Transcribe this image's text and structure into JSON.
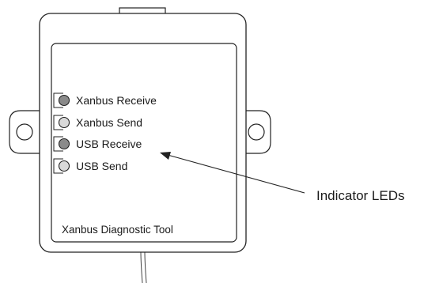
{
  "device": {
    "name": "Xanbus Diagnostic Tool"
  },
  "leds": [
    {
      "label": "Xanbus Receive",
      "state": "dark"
    },
    {
      "label": "Xanbus Send",
      "state": "light"
    },
    {
      "label": "USB Receive",
      "state": "dark"
    },
    {
      "label": "USB Send",
      "state": "light"
    }
  ],
  "callout": {
    "label": "Indicator LEDs"
  },
  "colors": {
    "outline": "#222222",
    "led_dark": "#8a8a8a",
    "led_light": "#d9d9d9",
    "background": "#ffffff"
  }
}
